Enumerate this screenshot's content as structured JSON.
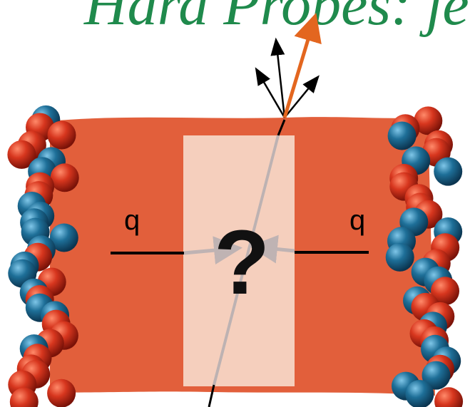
{
  "title": {
    "text": "Hard Probes: je",
    "color": "#1f8a4c"
  },
  "medium": {
    "color": "#e25f3b",
    "probe_window_color": "#f7dfcf"
  },
  "labels": {
    "q_left": "q",
    "q_right": "q",
    "unknown": "?"
  },
  "nucleons": {
    "proton_color": "#d7361e",
    "neutron_color": "#1e6f98"
  },
  "jet": {
    "leading_color": "#e3661f",
    "fragment_color": "#000000"
  }
}
